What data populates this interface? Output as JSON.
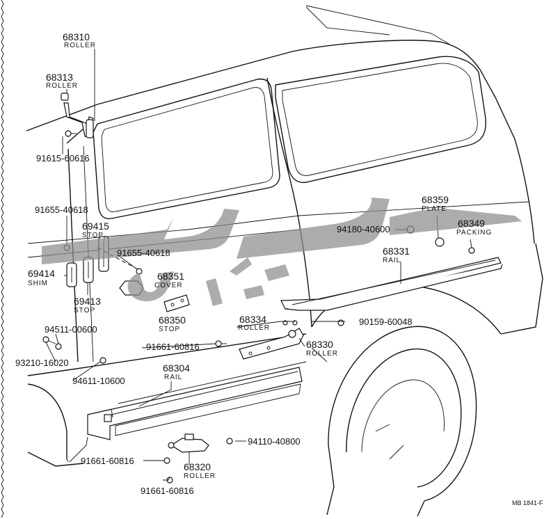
{
  "diagram": {
    "reference_code": "MB 1841-F",
    "callouts": [
      {
        "id": "c68310",
        "number": "68310",
        "name": "ROLLER"
      },
      {
        "id": "c68313",
        "number": "68313",
        "name": "ROLLER"
      },
      {
        "id": "c91615",
        "number": "91615-60616",
        "name": ""
      },
      {
        "id": "c91655a",
        "number": "91655-40618",
        "name": ""
      },
      {
        "id": "c69415",
        "number": "69415",
        "name": "STOP"
      },
      {
        "id": "c91655b",
        "number": "91655-40618",
        "name": ""
      },
      {
        "id": "c69414",
        "number": "69414",
        "name": "SHIM"
      },
      {
        "id": "c68351",
        "number": "68351",
        "name": "COVER"
      },
      {
        "id": "c69413",
        "number": "69413",
        "name": "STOP"
      },
      {
        "id": "c68350",
        "number": "68350",
        "name": "STOP"
      },
      {
        "id": "c94511",
        "number": "94511-00600",
        "name": ""
      },
      {
        "id": "c93210",
        "number": "93210-16020",
        "name": ""
      },
      {
        "id": "c94611",
        "number": "94611-10600",
        "name": ""
      },
      {
        "id": "c68304",
        "number": "68304",
        "name": "RAIL"
      },
      {
        "id": "c91661a",
        "number": "91661-60816",
        "name": ""
      },
      {
        "id": "c68334",
        "number": "68334",
        "name": "ROLLER"
      },
      {
        "id": "c68330",
        "number": "68330",
        "name": "ROLLER"
      },
      {
        "id": "c90159",
        "number": "90159-60048",
        "name": ""
      },
      {
        "id": "c68331",
        "number": "68331",
        "name": "RAIL"
      },
      {
        "id": "c94180",
        "number": "94180-40600",
        "name": ""
      },
      {
        "id": "c68359",
        "number": "68359",
        "name": "PLATE"
      },
      {
        "id": "c68349",
        "number": "68349",
        "name": "PACKING"
      },
      {
        "id": "c94110",
        "number": "94110-40800",
        "name": ""
      },
      {
        "id": "c91661b",
        "number": "91661-60816",
        "name": ""
      },
      {
        "id": "c68320",
        "number": "68320",
        "name": "ROLLER"
      },
      {
        "id": "c91661c",
        "number": "91661-60816",
        "name": ""
      }
    ]
  }
}
